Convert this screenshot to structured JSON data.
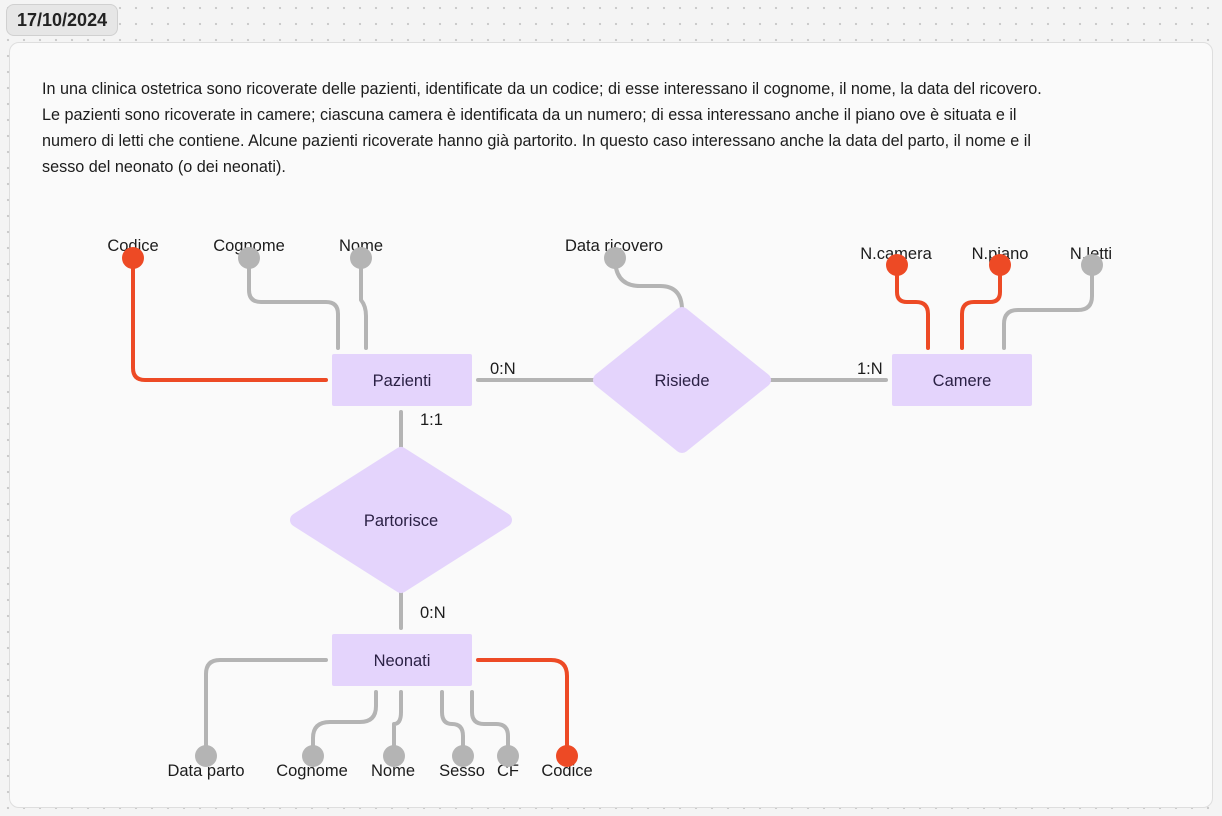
{
  "header": {
    "date": "17/10/2024"
  },
  "description": "In una clinica ostetrica sono  ricoverate delle pazienti, identificate da un codice; di esse  interessano il cognome, il nome, la data del ricovero. Le pazienti sono  ricoverate in camere; ciascuna camera è identificata da un numero; di  essa interessano anche il piano ove è situata e il numero di letti che  contiene. Alcune pazienti ricoverate hanno già partorito. In questo caso interessano anche la data del parto, il nome e il sesso del neonato (o  dei neonati).",
  "colors": {
    "entity_fill": "#e4d4fc",
    "key_attribute": "#ed4a25",
    "attribute": "#b4b4b4",
    "connector": "#b4b4b4"
  },
  "diagram": {
    "entities": [
      {
        "id": "pazienti",
        "label": "Pazienti"
      },
      {
        "id": "camere",
        "label": "Camere"
      },
      {
        "id": "neonati",
        "label": "Neonati"
      }
    ],
    "relationships": [
      {
        "id": "risiede",
        "label": "Risiede"
      },
      {
        "id": "partorisce",
        "label": "Partorisce"
      }
    ],
    "cardinalities": [
      {
        "id": "pazienti-risiede",
        "label": "0:N"
      },
      {
        "id": "camere-risiede",
        "label": "1:N"
      },
      {
        "id": "pazienti-partorisce",
        "label": "1:1"
      },
      {
        "id": "neonati-partorisce",
        "label": "0:N"
      }
    ],
    "attributes": [
      {
        "id": "pazienti-codice",
        "label": "Codice",
        "key": true
      },
      {
        "id": "pazienti-cognome",
        "label": "Cognome",
        "key": false
      },
      {
        "id": "pazienti-nome",
        "label": "Nome",
        "key": false
      },
      {
        "id": "risiede-data-ricovero",
        "label": "Data ricovero",
        "key": false
      },
      {
        "id": "camere-n-camera",
        "label": "N.camera",
        "key": true
      },
      {
        "id": "camere-n-piano",
        "label": "N.piano",
        "key": true
      },
      {
        "id": "camere-n-letti",
        "label": "N.letti",
        "key": false
      },
      {
        "id": "neonati-data-parto",
        "label": "Data parto",
        "key": false
      },
      {
        "id": "neonati-cognome",
        "label": "Cognome",
        "key": false
      },
      {
        "id": "neonati-nome",
        "label": "Nome",
        "key": false
      },
      {
        "id": "neonati-sesso",
        "label": "Sesso",
        "key": false
      },
      {
        "id": "neonati-cf",
        "label": "CF",
        "key": false
      },
      {
        "id": "neonati-codice",
        "label": "Codice",
        "key": true
      }
    ]
  }
}
